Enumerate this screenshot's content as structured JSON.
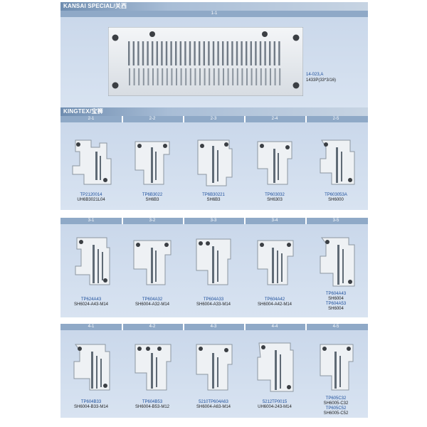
{
  "kansai": {
    "header": "KANSAI SPECIAL/关西",
    "cell_label": "1-1",
    "code": "14-023,A",
    "model": "1433P(33*3/16)"
  },
  "kingtex": {
    "header": "KINGTEX/宝狮",
    "rows": [
      {
        "items": [
          {
            "label": "2-1",
            "code": "TP2120014",
            "model": "UH6B3021L04"
          },
          {
            "label": "2-2",
            "code": "TP6B3022",
            "model": "SH6B3"
          },
          {
            "label": "2-3",
            "code": "TP6B30221",
            "model": "SH6B3"
          },
          {
            "label": "2-4",
            "code": "TP603032",
            "model": "SH6303"
          },
          {
            "label": "2-5",
            "code": "TP603053A",
            "model": "SH6000"
          }
        ]
      },
      {
        "items": [
          {
            "label": "3-1",
            "code": "TP624A43",
            "model": "SH6024-A43-M14"
          },
          {
            "label": "3-2",
            "code": "TP604A32",
            "model": "SH6004-A32-M14"
          },
          {
            "label": "3-3",
            "code": "TP604A33",
            "model": "SH6004-A33-M14"
          },
          {
            "label": "3-4",
            "code": "TP604A42",
            "model": "SH6004-A42-M14"
          },
          {
            "label": "3-5",
            "code": "TP604A43",
            "model": "SH6004",
            "code2": "TP604A53",
            "model2": "SH6004"
          }
        ]
      },
      {
        "items": [
          {
            "label": "4-1",
            "code": "TP604B33",
            "model": "SH6004-B33-M14"
          },
          {
            "label": "4-2",
            "code": "TP604B53",
            "model": "SH6004-B53-M12"
          },
          {
            "label": "4-3",
            "code": "5210TP604A63",
            "model": "SH6004-A63-M14"
          },
          {
            "label": "4-4",
            "code": "5212TP0015",
            "model": "UH6004-243-M14"
          },
          {
            "label": "4-5",
            "code": "TP605C32",
            "model": "SH6005-C32",
            "code2": "TP605C52",
            "model2": "SH6005-C52"
          }
        ]
      }
    ]
  },
  "colors": {
    "header_band": "#8fa9c7",
    "panel_bg": "#cfdcec",
    "code_text": "#1d4f9c",
    "plate_metal": "#e9ecef"
  }
}
